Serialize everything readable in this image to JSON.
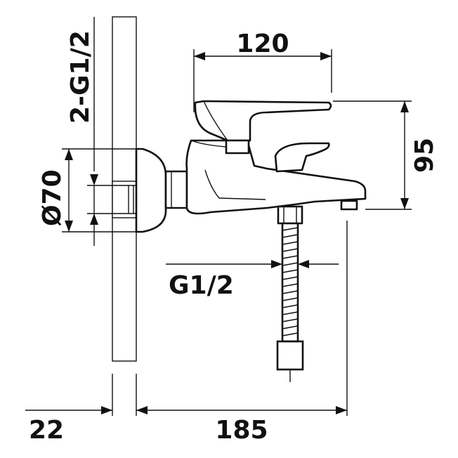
{
  "drawing": {
    "subject": "wall-mounted bath mixer tap with shower hose outlet",
    "colors": {
      "ink": "#111111",
      "paper": "#ffffff"
    }
  },
  "dimensions": {
    "inlet_thread": "2-G1/2",
    "flange_diameter": "Ø70",
    "spout_length": "120",
    "height": "95",
    "hose_thread": "G1/2",
    "wall_thickness": "22",
    "projection": "185"
  }
}
